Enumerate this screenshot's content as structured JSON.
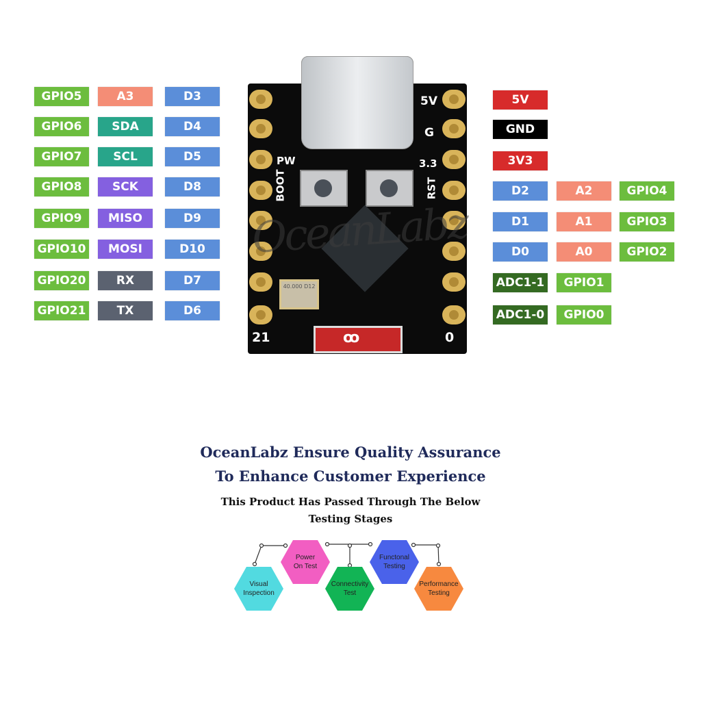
{
  "left_pins": [
    [
      "GPIO5",
      "A3",
      "D3"
    ],
    [
      "GPIO6",
      "SDA",
      "D4"
    ],
    [
      "GPIO7",
      "SCL",
      "D5"
    ],
    [
      "GPIO8",
      "SCK",
      "D8"
    ],
    [
      "GPIO9",
      "MISO",
      "D9"
    ],
    [
      "GPIO10",
      "MOSI",
      "D10"
    ],
    [
      "GPIO20",
      "RX",
      "D7"
    ],
    [
      "GPIO21",
      "TX",
      "D6"
    ]
  ],
  "right_pins": [
    [
      "5V"
    ],
    [
      "GND"
    ],
    [
      "3V3"
    ],
    [
      "D2",
      "A2",
      "GPIO4"
    ],
    [
      "D1",
      "A1",
      "GPIO3"
    ],
    [
      "D0",
      "A0",
      "GPIO2"
    ],
    [
      "ADC1-1",
      "GPIO1"
    ],
    [
      "ADC1-0",
      "GPIO0"
    ]
  ],
  "board": {
    "silk_5v": "5V",
    "silk_g": "G",
    "silk_pw": "PW",
    "silk_33": "3.3",
    "silk_boot": "BOOT",
    "silk_rst": "RST",
    "silk_21": "21",
    "silk_0": "0",
    "xtal_text": "40.000 D12",
    "watermark": "OceanLabz"
  },
  "colors": {
    "gpio": "#6cbd3e",
    "analog": "#f48d76",
    "digital": "#5b8ed9",
    "i2c": "#28a58a",
    "spi": "#8460e0",
    "uart": "#5b6270",
    "power": "#d72b2b",
    "gnd": "#000000",
    "adc": "#346a22"
  },
  "heading": {
    "line1": "OceanLabz Ensure Quality Assurance",
    "line2": "To Enhance Customer Experience",
    "sub1": "This Product Has Passed Through The Below",
    "sub2": "Testing Stages"
  },
  "stages": [
    {
      "line1": "Visual",
      "line2": "Inspection",
      "color": "#52dae0"
    },
    {
      "line1": "Power",
      "line2": "On Test",
      "color": "#f25ec2"
    },
    {
      "line1": "Connectivity",
      "line2": "Test",
      "color": "#12b455"
    },
    {
      "line1": "Functonal",
      "line2": "Testing",
      "color": "#4a62ea"
    },
    {
      "line1": "Performance",
      "line2": "Testing",
      "color": "#f7893f"
    }
  ]
}
